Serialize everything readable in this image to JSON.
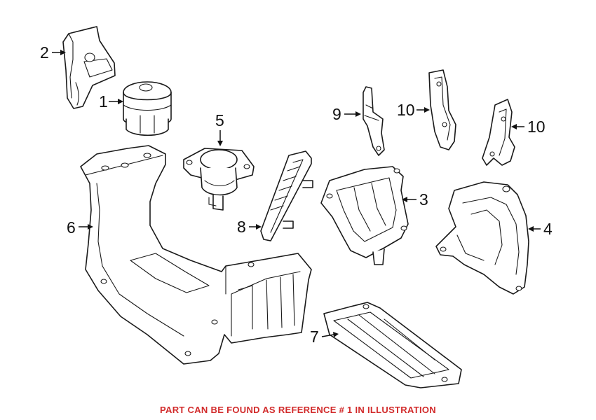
{
  "callouts": {
    "c1": "1",
    "c2": "2",
    "c3": "3",
    "c4": "4",
    "c5": "5",
    "c6": "6",
    "c7": "7",
    "c8": "8",
    "c9": "9",
    "c10a": "10",
    "c10b": "10"
  },
  "footer_note": "PART CAN BE FOUND AS REFERENCE # 1 IN ILLUSTRATION",
  "colors": {
    "line": "#1a1a1a",
    "note": "#d22b2b",
    "background": "#ffffff"
  }
}
